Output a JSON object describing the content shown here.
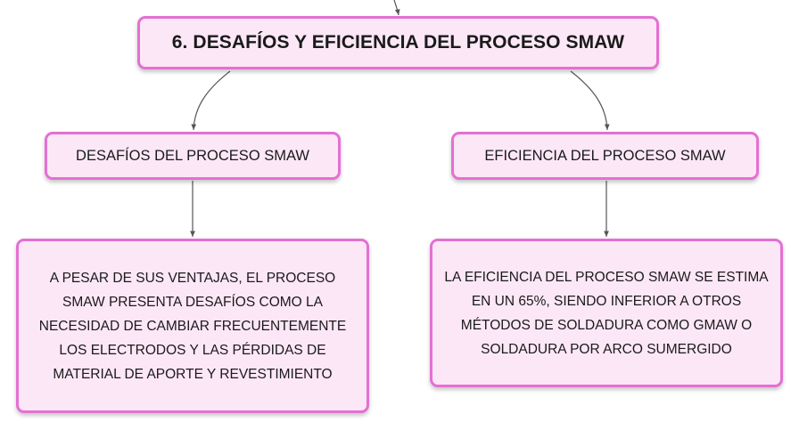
{
  "diagram": {
    "root": {
      "label": "6. DESAFÍOS Y EFICIENCIA DEL PROCESO SMAW"
    },
    "branches": [
      {
        "label": "DESAFÍOS DEL PROCESO SMAW",
        "detail": "A PESAR DE SUS VENTAJAS, EL PROCESO SMAW PRESENTA DESAFÍOS COMO LA NECESIDAD DE CAMBIAR FRECUENTEMENTE LOS ELECTRODOS Y LAS PÉRDIDAS DE MATERIAL DE APORTE Y REVESTIMIENTO"
      },
      {
        "label": "EFICIENCIA DEL PROCESO SMAW",
        "detail": "LA EFICIENCIA DEL PROCESO SMAW SE ESTIMA EN UN 65%, SIENDO INFERIOR A OTROS MÉTODOS DE SOLDADURA COMO GMAW O SOLDADURA POR ARCO SUMERGIDO"
      }
    ],
    "colors": {
      "node_fill": "#fce7f7",
      "node_border": "#e56fd3",
      "connector": "#555555"
    }
  }
}
